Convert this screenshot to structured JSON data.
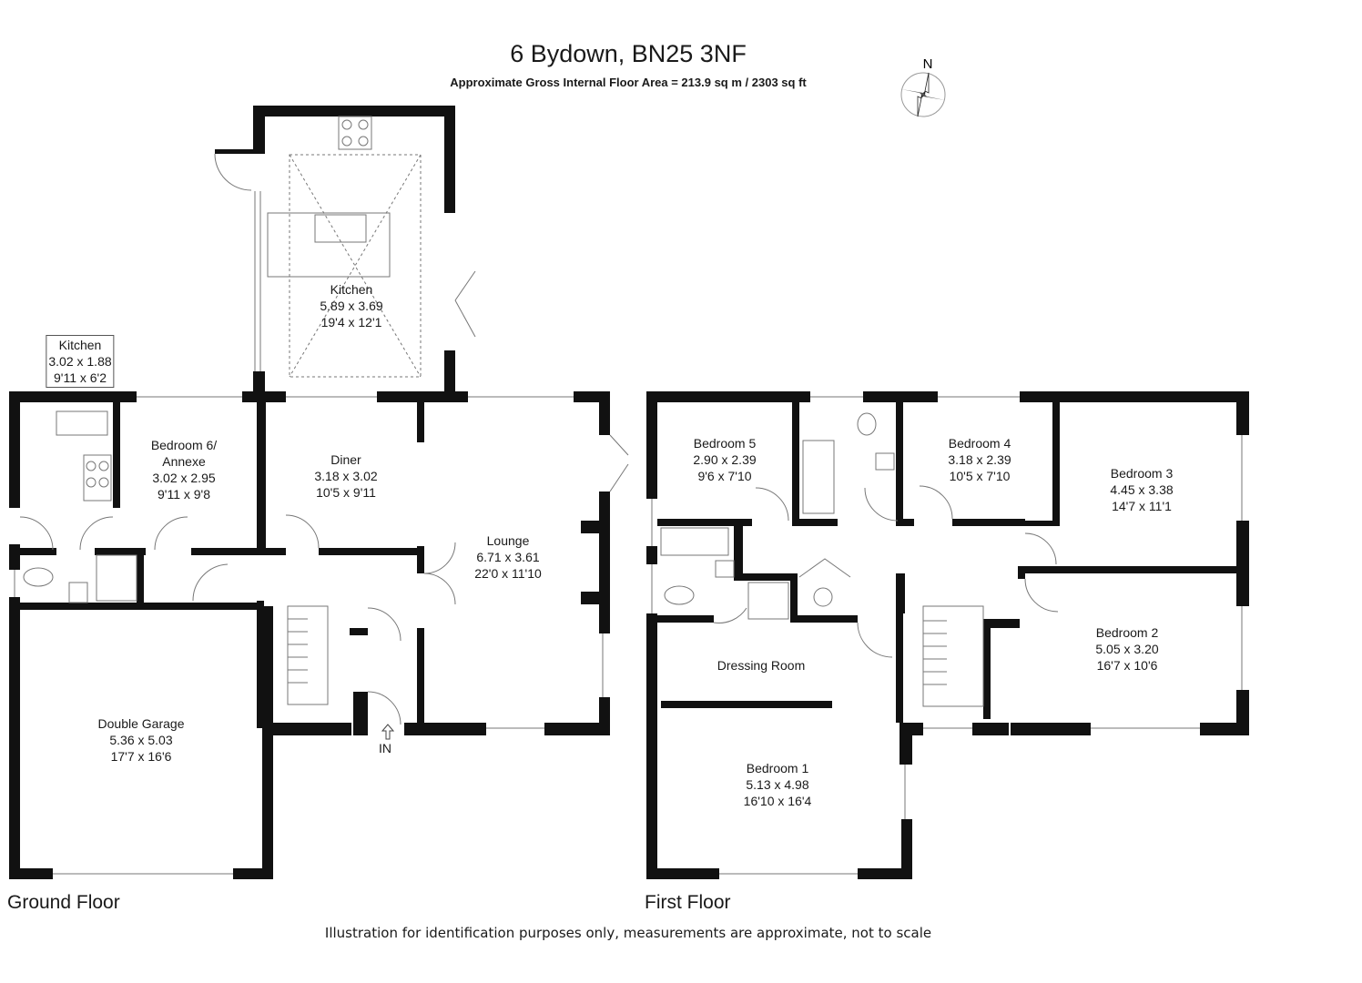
{
  "header": {
    "title": "6 Bydown, BN25 3NF",
    "subtitle": "Approximate Gross Internal Floor Area = 213.9 sq m / 2303 sq ft"
  },
  "compass": {
    "label": "N",
    "icon": "compass-rose-icon"
  },
  "ground_floor": {
    "label": "Ground Floor",
    "entrance_label": "IN",
    "rooms": [
      {
        "name": "Kitchen",
        "metric": "5.89 x 3.69",
        "imperial": "19'4 x 12'1"
      },
      {
        "name": "Kitchen",
        "metric": "3.02 x 1.88",
        "imperial": "9'11 x 6'2"
      },
      {
        "name": "Bedroom 6/",
        "name2": "Annexe",
        "metric": "3.02 x 2.95",
        "imperial": "9'11 x 9'8"
      },
      {
        "name": "Diner",
        "metric": "3.18 x 3.02",
        "imperial": "10'5 x 9'11"
      },
      {
        "name": "Lounge",
        "metric": "6.71 x 3.61",
        "imperial": "22'0 x 11'10"
      },
      {
        "name": "Double Garage",
        "metric": "5.36 x 5.03",
        "imperial": "17'7 x 16'6"
      }
    ]
  },
  "first_floor": {
    "label": "First Floor",
    "rooms": [
      {
        "name": "Bedroom 5",
        "metric": "2.90 x 2.39",
        "imperial": "9'6 x 7'10"
      },
      {
        "name": "Bedroom 4",
        "metric": "3.18 x 2.39",
        "imperial": "10'5 x 7'10"
      },
      {
        "name": "Bedroom 3",
        "metric": "4.45 x 3.38",
        "imperial": "14'7 x 11'1"
      },
      {
        "name": "Bedroom 2",
        "metric": "5.05 x 3.20",
        "imperial": "16'7 x 10'6"
      },
      {
        "name": "Dressing Room"
      },
      {
        "name": "Bedroom 1",
        "metric": "5.13 x 4.98",
        "imperial": "16'10 x 16'4"
      }
    ]
  },
  "footer": "Illustration for identification purposes only, measurements are approximate, not to scale",
  "colors": {
    "wall": "#111111",
    "line": "#777777",
    "background": "#ffffff"
  }
}
